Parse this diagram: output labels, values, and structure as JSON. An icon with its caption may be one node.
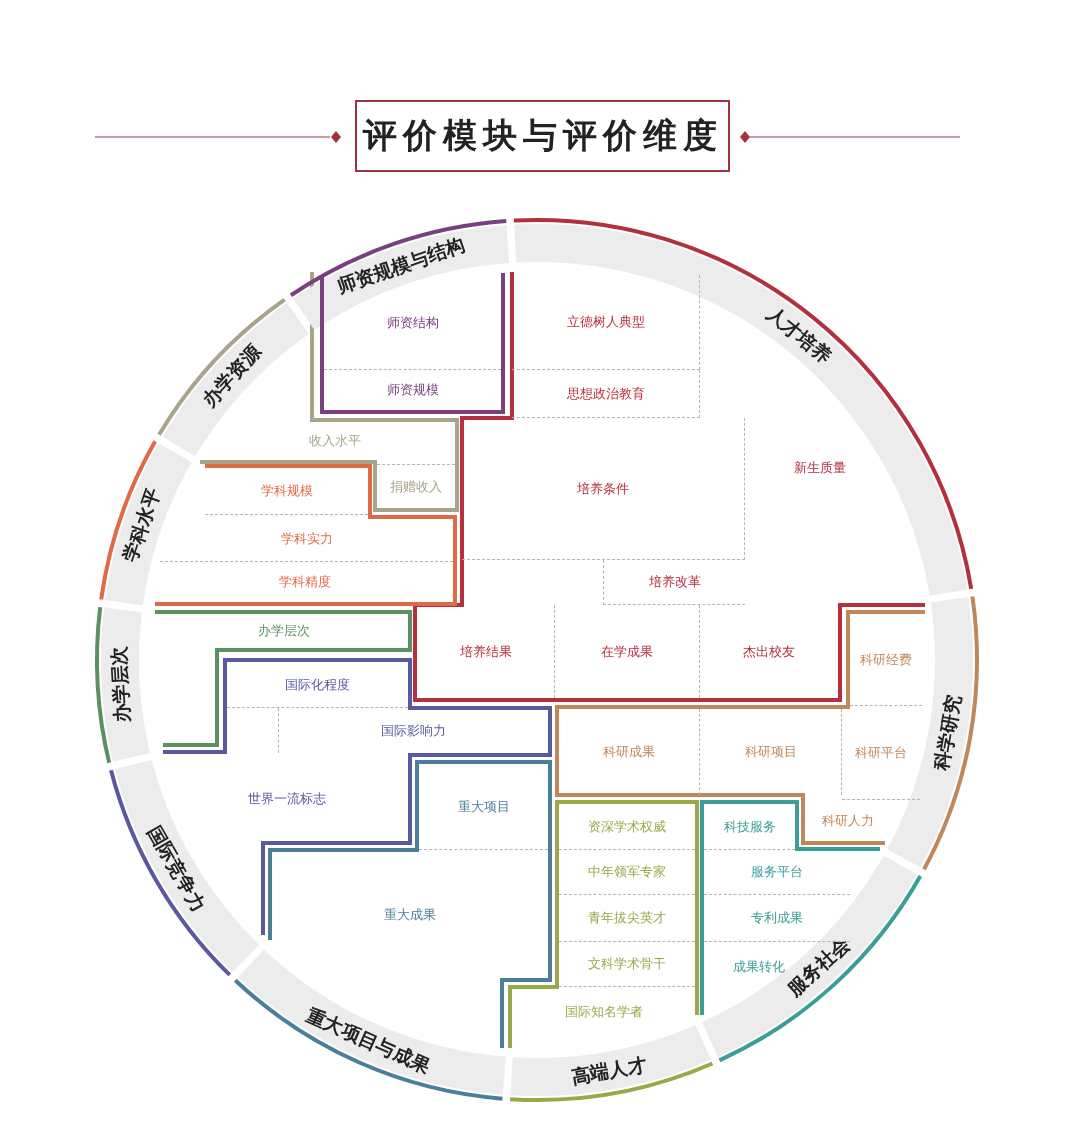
{
  "diagram": {
    "title": "评价模块与评价维度",
    "nodes": [
      {
        "text": [
          "人才培养"
        ]
      },
      {
        "text": [
          "立德树人典型"
        ]
      },
      {
        "text": [
          "思想政治教育"
        ]
      },
      {
        "text": [
          "培养条件"
        ]
      },
      {
        "text": [
          "新生质量"
        ]
      },
      {
        "text": [
          "培养改革"
        ]
      },
      {
        "text": [
          "培养结果"
        ]
      },
      {
        "text": [
          "在学成果"
        ]
      },
      {
        "text": [
          "杰出校友"
        ]
      },
      {
        "text": [
          "科学研究"
        ]
      },
      {
        "text": [
          "科研经费"
        ]
      },
      {
        "text": [
          "科研成果"
        ]
      },
      {
        "text": [
          "科研项目"
        ]
      },
      {
        "text": [
          "科研平台"
        ]
      },
      {
        "text": [
          "科研人力"
        ]
      },
      {
        "text": [
          "服务社会"
        ]
      },
      {
        "text": [
          "科技服务"
        ]
      },
      {
        "text": [
          "服务平台"
        ]
      },
      {
        "text": [
          "专利成果"
        ]
      },
      {
        "text": [
          "成果转化"
        ]
      },
      {
        "text": [
          "高端人才"
        ]
      },
      {
        "text": [
          "资深学术权威"
        ]
      },
      {
        "text": [
          "中年领军专家"
        ]
      },
      {
        "text": [
          "青年拔尖英才"
        ]
      },
      {
        "text": [
          "文科学术骨干"
        ]
      },
      {
        "text": [
          "国际知名学者"
        ]
      },
      {
        "text": [
          "重大项目与成果"
        ]
      },
      {
        "text": [
          "重大项目"
        ]
      },
      {
        "text": [
          "重大成果"
        ]
      },
      {
        "text": [
          "国际竞争力"
        ]
      },
      {
        "text": [
          "国际化程度"
        ]
      },
      {
        "text": [
          "国际影响力"
        ]
      },
      {
        "text": [
          "世界一流标志"
        ]
      },
      {
        "text": [
          "办学层次"
        ]
      },
      {
        "text": [
          "办学层次"
        ]
      },
      {
        "text": [
          "学科水平"
        ]
      },
      {
        "text": [
          "学科规模"
        ]
      },
      {
        "text": [
          "学科实力"
        ]
      },
      {
        "text": [
          "学科精度"
        ]
      },
      {
        "text": [
          "办学资源"
        ]
      },
      {
        "text": [
          "收入水平"
        ]
      },
      {
        "text": [
          "捐赠收入"
        ]
      },
      {
        "text": [
          "师资规模与结构"
        ]
      },
      {
        "text": [
          "师资结构"
        ]
      },
      {
        "text": [
          "师资规模"
        ]
      }
    ]
  }
}
